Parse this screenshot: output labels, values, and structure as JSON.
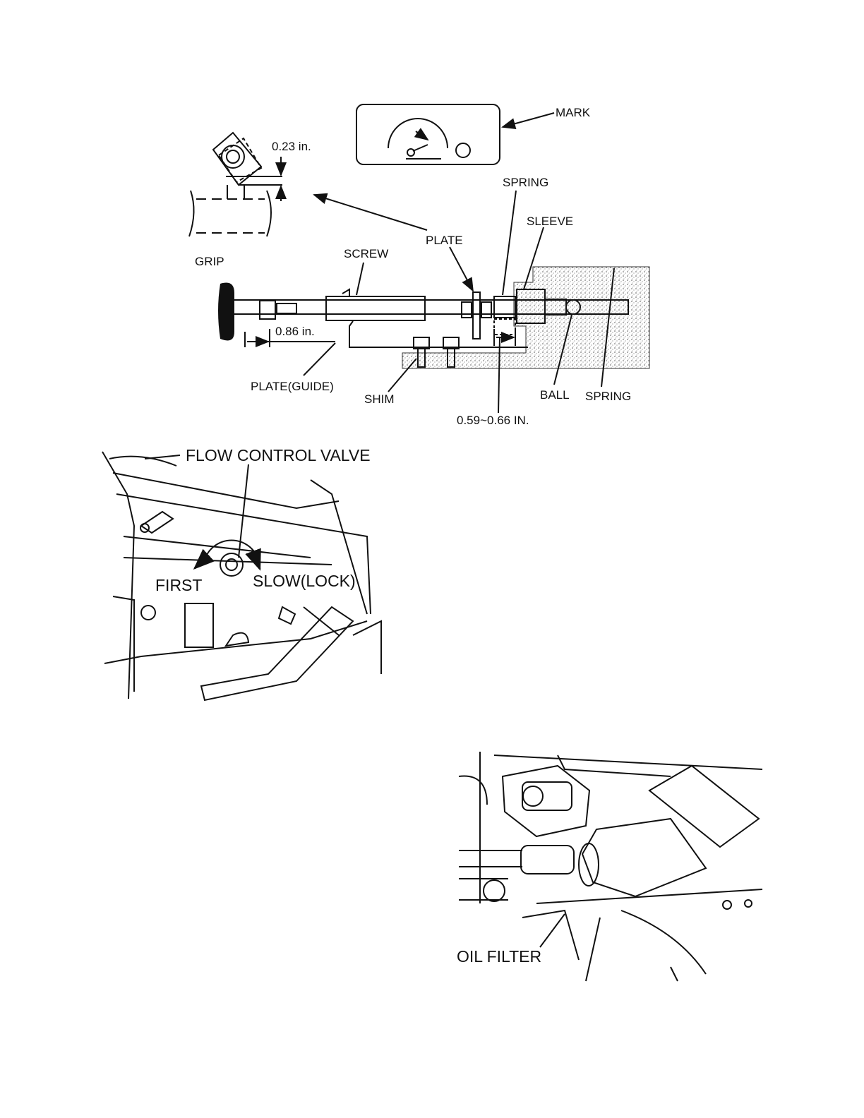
{
  "figure1": {
    "labels": {
      "mark": "MARK",
      "dim_top": "0.23 in.",
      "spring_top": "SPRING",
      "sleeve": "SLEEVE",
      "plate": "PLATE",
      "screw": "SCREW",
      "grip": "GRIP",
      "dim_grip": "0.86 in.",
      "plate_guide": "PLATE(GUIDE)",
      "shim": "SHIM",
      "ball": "BALL",
      "spring_bottom": "SPRING",
      "dim_spring": "0.59~0.66 IN."
    }
  },
  "figure2": {
    "labels": {
      "title": "FLOW CONTROL VALVE",
      "first": "FIRST",
      "slow_lock": "SLOW(LOCK)"
    }
  },
  "figure3": {
    "labels": {
      "oil_filter": "OIL FILTER"
    }
  }
}
